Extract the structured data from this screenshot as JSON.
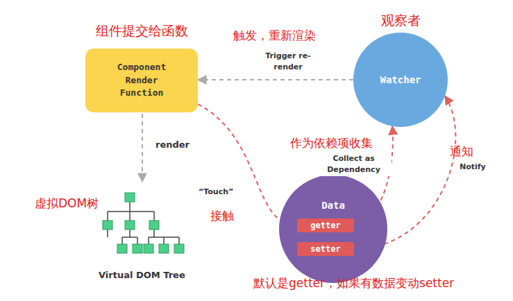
{
  "diagram": {
    "nodes": [
      {
        "text": [
          "组件提交给函数",
          "Component Render Function"
        ]
      },
      {
        "text": [
          "观察者",
          "Watcher"
        ]
      },
      {
        "text": [
          "Data"
        ]
      },
      {
        "text": [
          "getter"
        ],
        "in": 2
      },
      {
        "text": [
          "setter"
        ],
        "in": 2
      }
    ],
    "edges": [
      {
        "from": 1,
        "to": 0,
        "arrow": "to",
        "label": "Trigger re-render"
      },
      {
        "from": 0,
        "to": 3,
        "arrow": "to",
        "label": "“Touch”"
      },
      {
        "from": 3,
        "to": 1,
        "arrow": "to",
        "label": "Collect as Dependency"
      },
      {
        "from": 4,
        "to": 1,
        "arrow": "to",
        "label": "Notify"
      }
    ],
    "labels": [
      "render",
      "接触",
      "作为依赖项收集",
      "通知",
      "触发，重新渲染",
      "虚拟DOM树",
      "Virtual DOM Tree",
      "默认是getter，如果有数据变动setter"
    ]
  }
}
